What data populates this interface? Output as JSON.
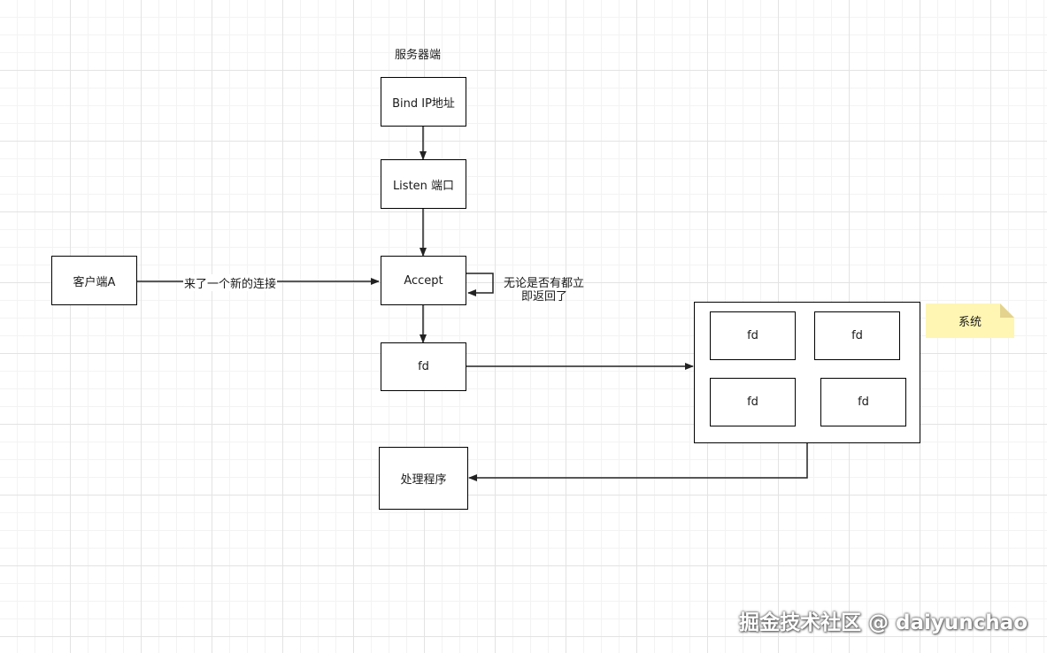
{
  "diagram": {
    "server_title": "服务器端",
    "nodes": {
      "bind": "Bind IP地址",
      "listen": "Listen 端口",
      "accept": "Accept",
      "fd_main": "fd",
      "client": "客户端A",
      "handler": "处理程序",
      "fd_1": "fd",
      "fd_2": "fd",
      "fd_3": "fd",
      "fd_4": "fd"
    },
    "edge_labels": {
      "new_connection": "来了一个新的连接",
      "accept_note_line1": "无论是否有都立",
      "accept_note_line2": "即返回了"
    },
    "sticky_note": "系统"
  },
  "watermark": "掘金技术社区 @ daiyunchao",
  "colors": {
    "stroke": "#000000",
    "note_fill": "#fff6b3",
    "note_fold": "#e3d38e"
  }
}
